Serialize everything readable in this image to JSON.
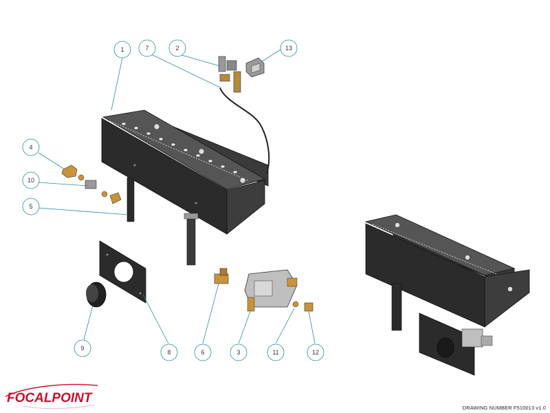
{
  "callouts": [
    {
      "id": "c1",
      "label": "1"
    },
    {
      "id": "c7",
      "label": "7"
    },
    {
      "id": "c2",
      "label": "2"
    },
    {
      "id": "c13",
      "label": "13"
    },
    {
      "id": "c4",
      "label": "4"
    },
    {
      "id": "c10",
      "label": "10"
    },
    {
      "id": "c5",
      "label": "5"
    },
    {
      "id": "c9",
      "label": "9"
    },
    {
      "id": "c8",
      "label": "8"
    },
    {
      "id": "c6",
      "label": "6"
    },
    {
      "id": "c3",
      "label": "3"
    },
    {
      "id": "c11",
      "label": "11"
    },
    {
      "id": "c12",
      "label": "12"
    }
  ],
  "brand": {
    "name": "FOCALPOINT",
    "color": "#c8102e"
  },
  "footer": {
    "drawing_number": "DRAWING NUMBER F510013 v1.0"
  },
  "colors": {
    "leader": "#2e8a9e",
    "part_dark": "#2b2b2b",
    "brass": "#c8933a"
  }
}
